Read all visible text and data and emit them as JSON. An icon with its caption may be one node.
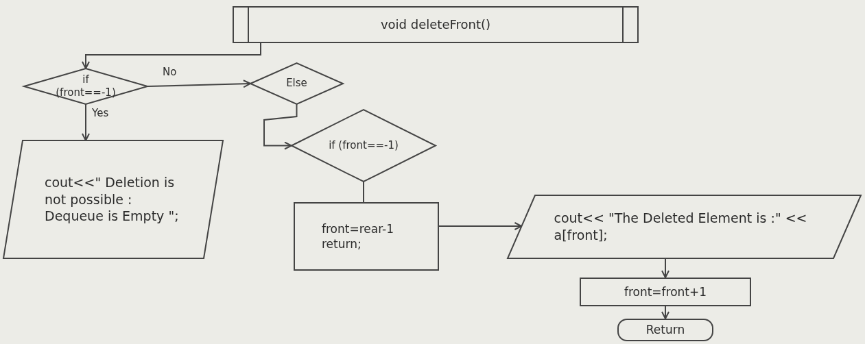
{
  "diagram": {
    "nodes": [
      {
        "text": [
          "void deleteFront()"
        ]
      },
      {
        "text": [
          "if (front==-1)"
        ]
      },
      {
        "text": [
          "Else"
        ]
      },
      {
        "text": [
          "if (front==-1)"
        ]
      },
      {
        "text": [
          "cout<<\" Deletion is not possible : Dequeue is Empty \";"
        ]
      },
      {
        "text": [
          "front=rear-1 return;"
        ]
      },
      {
        "text": [
          "cout<< \"The Deleted Element is :\" << a[front];"
        ]
      },
      {
        "text": [
          "front=front+1"
        ]
      },
      {
        "text": [
          "Return"
        ]
      }
    ],
    "edges": [
      {
        "from": 0,
        "to": 1,
        "arrow": "to"
      },
      {
        "from": 1,
        "to": 2,
        "arrow": "to",
        "label": "No"
      },
      {
        "from": 1,
        "to": 4,
        "arrow": "to",
        "label": "Yes"
      },
      {
        "from": 2,
        "to": 3,
        "arrow": "to"
      },
      {
        "from": 3,
        "to": 5,
        "arrow": "none"
      },
      {
        "from": 5,
        "to": 6,
        "arrow": "to"
      },
      {
        "from": 6,
        "to": 7,
        "arrow": "to"
      },
      {
        "from": 7,
        "to": 8,
        "arrow": "to"
      }
    ]
  }
}
